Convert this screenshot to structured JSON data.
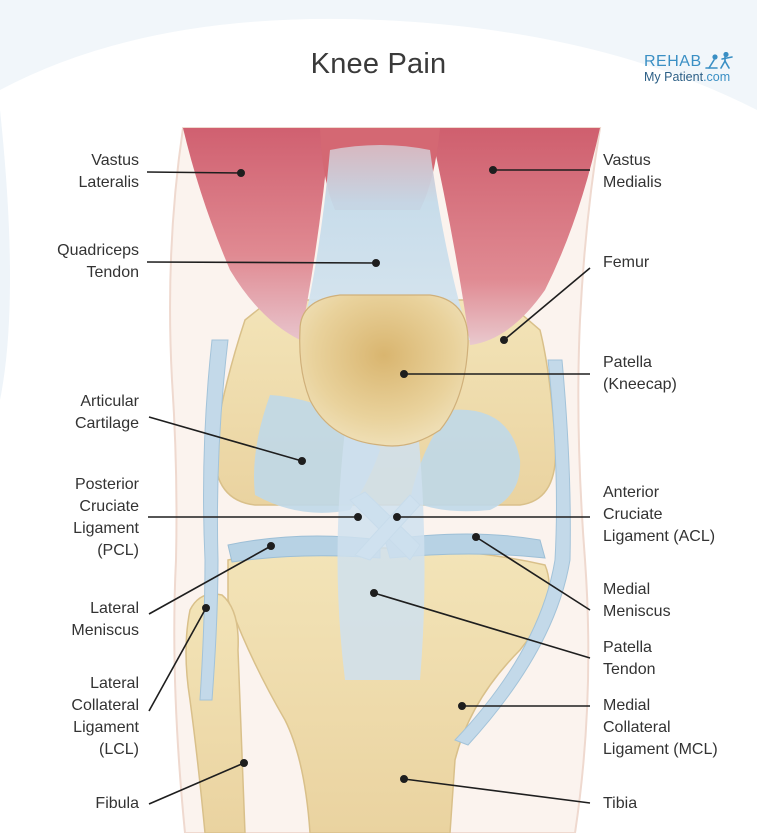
{
  "title": "Knee Pain",
  "logo": {
    "line1": "REHAB",
    "line2_main": "My Patient",
    "line2_suffix": ".com"
  },
  "labels": {
    "vastus_lateralis": "Vastus\nLateralis",
    "quadriceps_tendon": "Quadriceps\nTendon",
    "articular_cartilage": "Articular\nCartilage",
    "pcl": "Posterior\nCruciate\nLigament\n(PCL)",
    "lateral_meniscus": "Lateral\nMeniscus",
    "lcl": "Lateral\nCollateral\nLigament\n(LCL)",
    "fibula": "Fibula",
    "vastus_medialis": "Vastus\nMedialis",
    "femur": "Femur",
    "patella": "Patella\n(Kneecap)",
    "acl": "Anterior\nCruciate\nLigament (ACL)",
    "medial_meniscus": "Medial\nMeniscus",
    "patella_tendon": "Patella\nTendon",
    "mcl": "Medial\nCollateral\nLigament (MCL)",
    "tibia": "Tibia"
  },
  "colors": {
    "muscle": "#d9707a",
    "tendon": "#c8dcea",
    "bone": "#efdba8",
    "cartilage": "#bdd6e6",
    "line": "#1e1e1e",
    "accent": "#3a8fc4"
  }
}
